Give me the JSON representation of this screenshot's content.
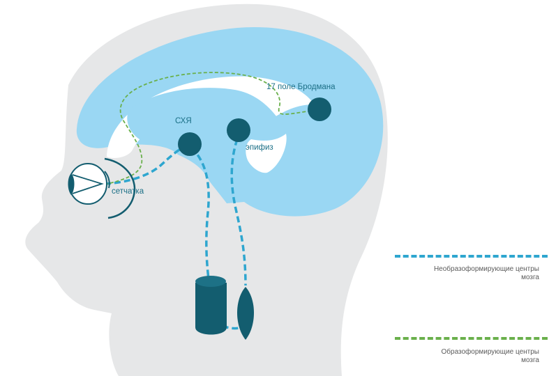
{
  "labels": {
    "brodmann": "17 поле Бродмана",
    "scn": "СХЯ",
    "pineal": "эпифиз",
    "retina": "сетчатка"
  },
  "legend": {
    "non_image": {
      "line1": "Необразоформирующие центры",
      "line2": "мозга",
      "color": "#2ea6cf"
    },
    "image": {
      "line1": "Образоформирующие центры",
      "line2": "мозга",
      "color": "#6ab04c"
    }
  },
  "colors": {
    "head": "#e6e7e8",
    "brain": "#9ad7f3",
    "node": "#135d6f",
    "blue_path": "#2ea6cf",
    "green_path": "#6ab04c"
  }
}
